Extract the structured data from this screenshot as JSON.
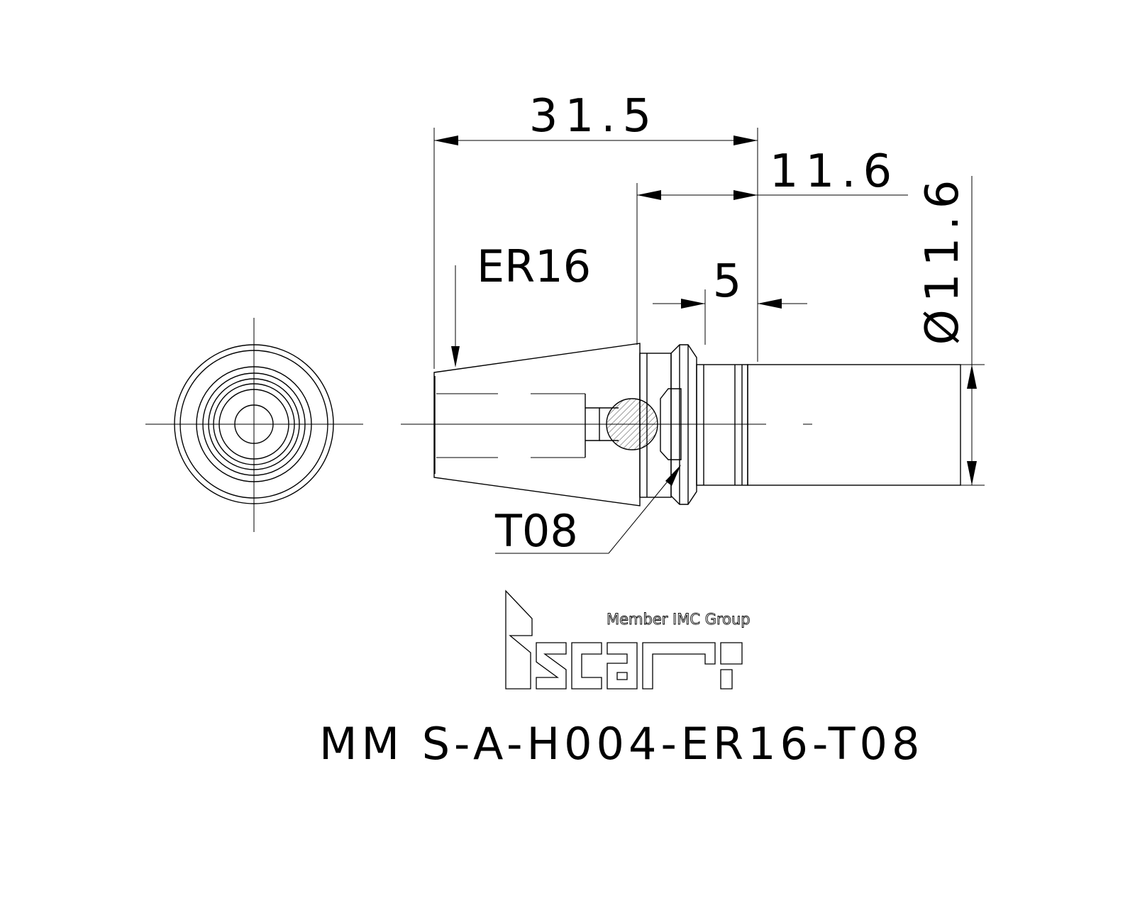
{
  "drawing": {
    "dimensions": {
      "overall_length": "31.5",
      "shank_length": "11.6",
      "groove_width": "5",
      "diameter": "Ø11.6"
    },
    "labels": {
      "collet_type": "ER16",
      "thread": "T08"
    },
    "logo": {
      "tagline": "Member IMC Group"
    },
    "part_number": "MM S-A-H004-ER16-T08"
  }
}
